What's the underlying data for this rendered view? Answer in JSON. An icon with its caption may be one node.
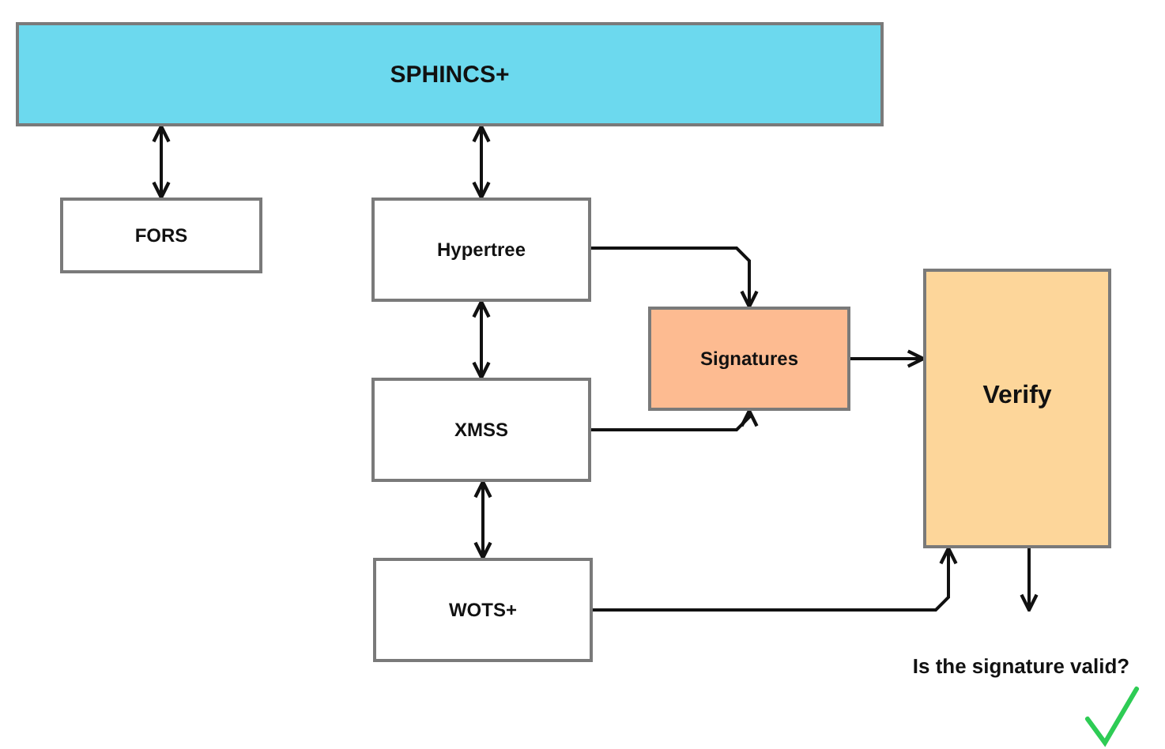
{
  "diagram": {
    "nodes": [
      {
        "text": [
          "SPHINCS+"
        ]
      },
      {
        "text": [
          "FORS"
        ]
      },
      {
        "text": [
          "Hypertree"
        ]
      },
      {
        "text": [
          "XMSS"
        ]
      },
      {
        "text": [
          "WOTS+"
        ]
      },
      {
        "text": [
          "Signatures"
        ]
      },
      {
        "text": [
          "Verify"
        ]
      },
      {
        "text": [
          "Is the signature valid?"
        ]
      }
    ],
    "edges": [
      {
        "from": 0,
        "to": 1,
        "arrow": "both"
      },
      {
        "from": 0,
        "to": 2,
        "arrow": "both"
      },
      {
        "from": 2,
        "to": 3,
        "arrow": "both"
      },
      {
        "from": 3,
        "to": 4,
        "arrow": "both"
      },
      {
        "from": 2,
        "to": 5,
        "arrow": "to"
      },
      {
        "from": 3,
        "to": 5,
        "arrow": "to"
      },
      {
        "from": 5,
        "to": 6,
        "arrow": "to"
      },
      {
        "from": 4,
        "to": 6,
        "arrow": "to"
      },
      {
        "from": 6,
        "to": 7,
        "arrow": "to"
      }
    ]
  }
}
